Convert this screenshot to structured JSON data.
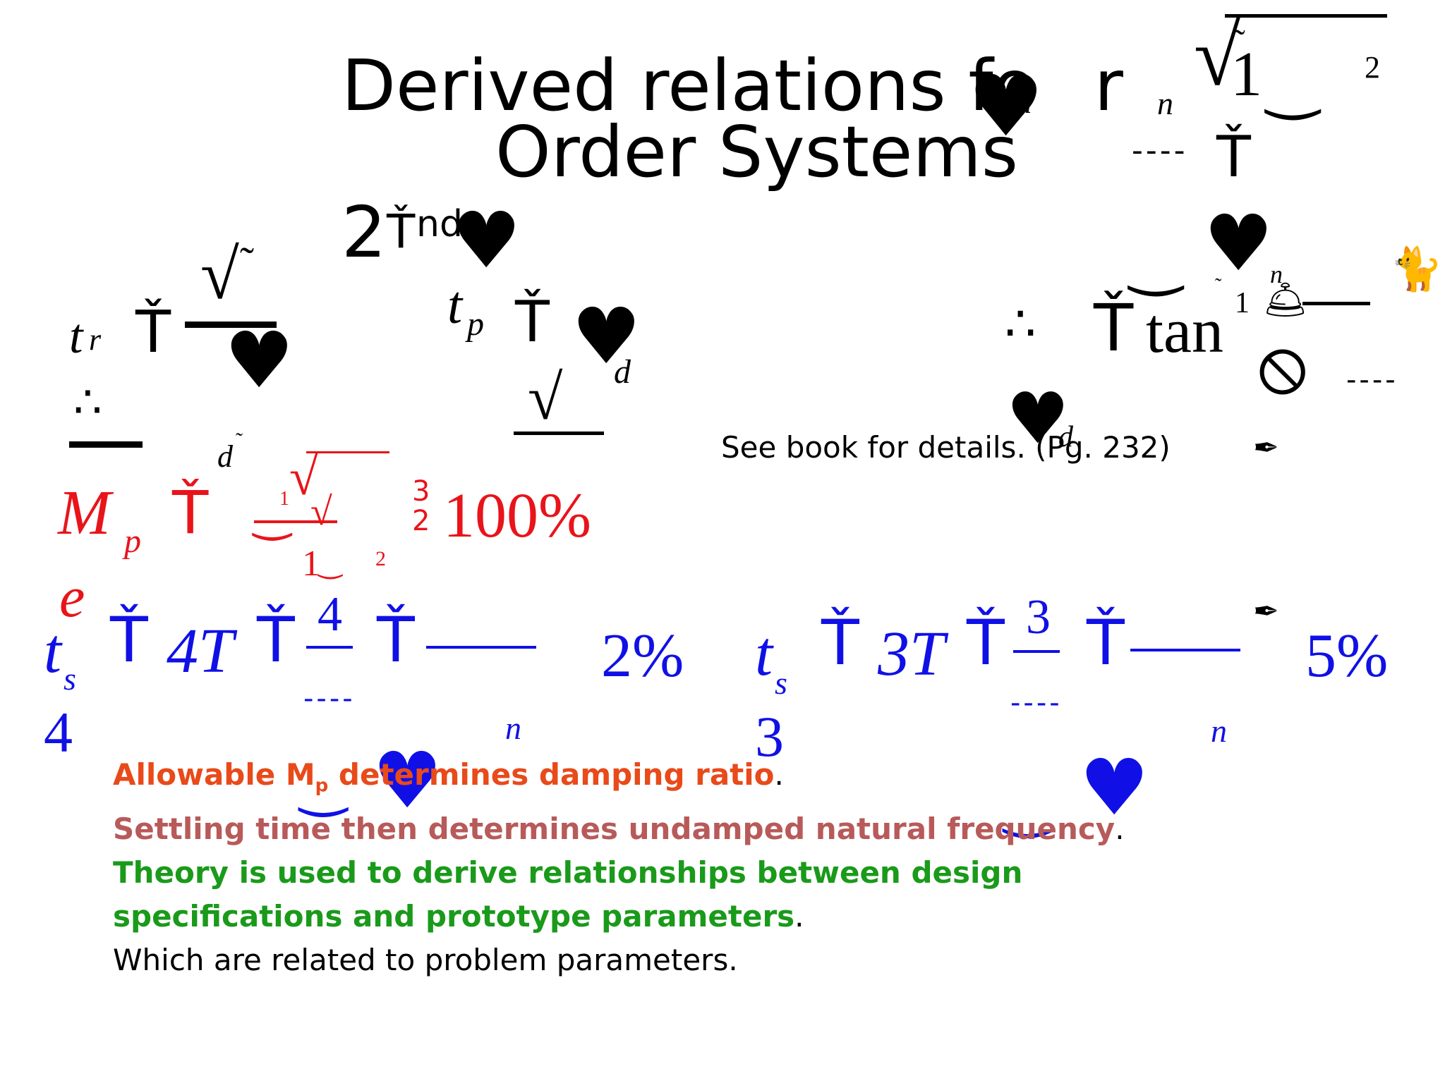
{
  "title": {
    "line1": "Derived relations fo",
    "line1_tail": "r",
    "line2": "Order Systems",
    "line3": "2",
    "line3_sup": "nd"
  },
  "glyphs": {
    "heart": "♥",
    "heart_outline": "♥",
    "arrow": "Ť",
    "arc": "‿",
    "tilde": "˜",
    "sqrt": "√",
    "dashes": "----",
    "therefore": "∴",
    "bell": "🛎",
    "cat": "🐈",
    "pen": "✒",
    "nosign": "🛇"
  },
  "formulas": {
    "sqrt_top": {
      "n": "n",
      "one": "1",
      "two": "2"
    },
    "tr": {
      "t": "t",
      "sub": "r",
      "d": "d"
    },
    "tp": {
      "t": "t",
      "sub": "p",
      "d": "d"
    },
    "tan": {
      "tan": "tan",
      "minus1": "1",
      "n": "n",
      "d": "d"
    },
    "mp": {
      "M": "M",
      "sub": "p",
      "frac_num": "3",
      "frac_den": "2",
      "percent": "100%",
      "one": "1",
      "two": "2",
      "e": "e"
    },
    "ts4": {
      "t": "t",
      "sub": "s",
      "four": "4",
      "fourT": "4T",
      "num": "4",
      "n": "n",
      "pct": "2%"
    },
    "ts3": {
      "t": "t",
      "sub": "s",
      "three": "3",
      "threeT": "3T",
      "num": "3",
      "n": "n",
      "pct": "5%"
    }
  },
  "note": "See book for details. (Pg. 232)",
  "bullets": {
    "b1_pre": "Allowable M",
    "b1_sub": "p",
    "b1_post": " determines damping ratio",
    "b1_end": ".",
    "b2": "Settling time then determines undamped natural frequency",
    "b2_end": ".",
    "b3": "Theory is used to derive relationships between design specifications and prototype parameters",
    "b3_end": ".",
    "b4": "Which are related to problem parameters."
  },
  "colors": {
    "red": "#e8141a",
    "blue": "#1010e6",
    "orange": "#e84a1a",
    "rose": "#b85a5a",
    "green": "#1a9a1a"
  }
}
